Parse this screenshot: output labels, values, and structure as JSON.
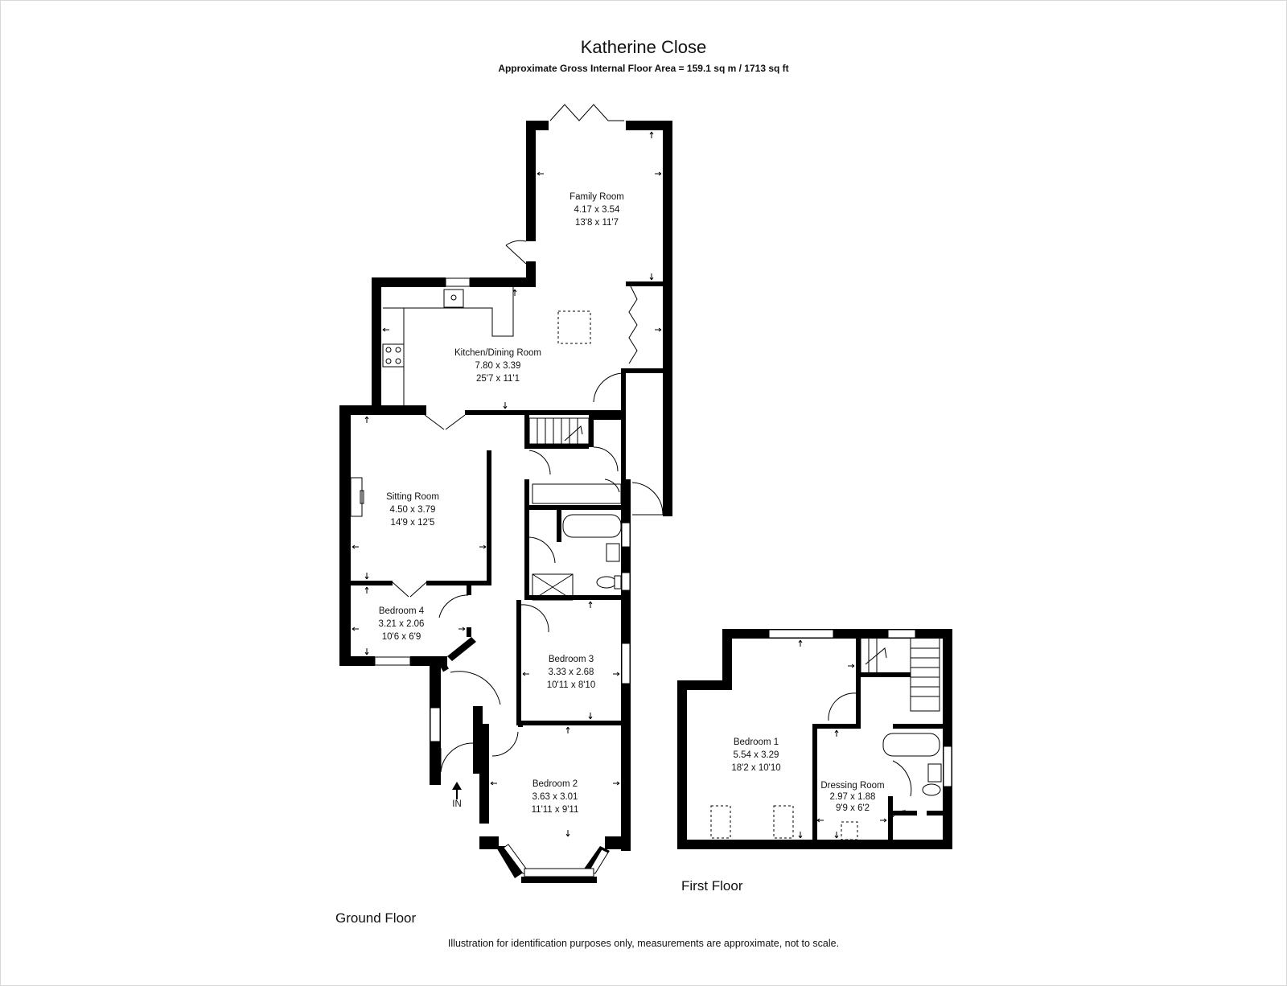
{
  "title": "Katherine Close",
  "subtitle": "Approximate Gross Internal Floor Area  = 159.1 sq m  / 1713 sq ft",
  "floors": {
    "ground": "Ground Floor",
    "first": "First Floor"
  },
  "entrance_label": "IN",
  "disclaimer": "Illustration for identification purposes only, measurements are approximate, not to scale.",
  "rooms": {
    "family": {
      "name": "Family Room",
      "metric": "4.17 x 3.54",
      "imperial": "13'8 x 11'7"
    },
    "kitchen": {
      "name": "Kitchen/Dining Room",
      "metric": "7.80 x 3.39",
      "imperial": "25'7 x 11'1"
    },
    "sitting": {
      "name": "Sitting Room",
      "metric": "4.50 x 3.79",
      "imperial": "14'9 x 12'5"
    },
    "bed4": {
      "name": "Bedroom 4",
      "metric": "3.21 x 2.06",
      "imperial": "10'6 x 6'9"
    },
    "bed3": {
      "name": "Bedroom 3",
      "metric": "3.33 x 2.68",
      "imperial": "10'11 x 8'10"
    },
    "bed2": {
      "name": "Bedroom 2",
      "metric": "3.63 x 3.01",
      "imperial": "11'11 x 9'11"
    },
    "bed1": {
      "name": "Bedroom 1",
      "metric": "5.54 x 3.29",
      "imperial": "18'2 x 10'10"
    },
    "dressing": {
      "name": "Dressing Room",
      "metric": "2.97 x 1.88",
      "imperial": "9'9 x 6'2"
    }
  }
}
